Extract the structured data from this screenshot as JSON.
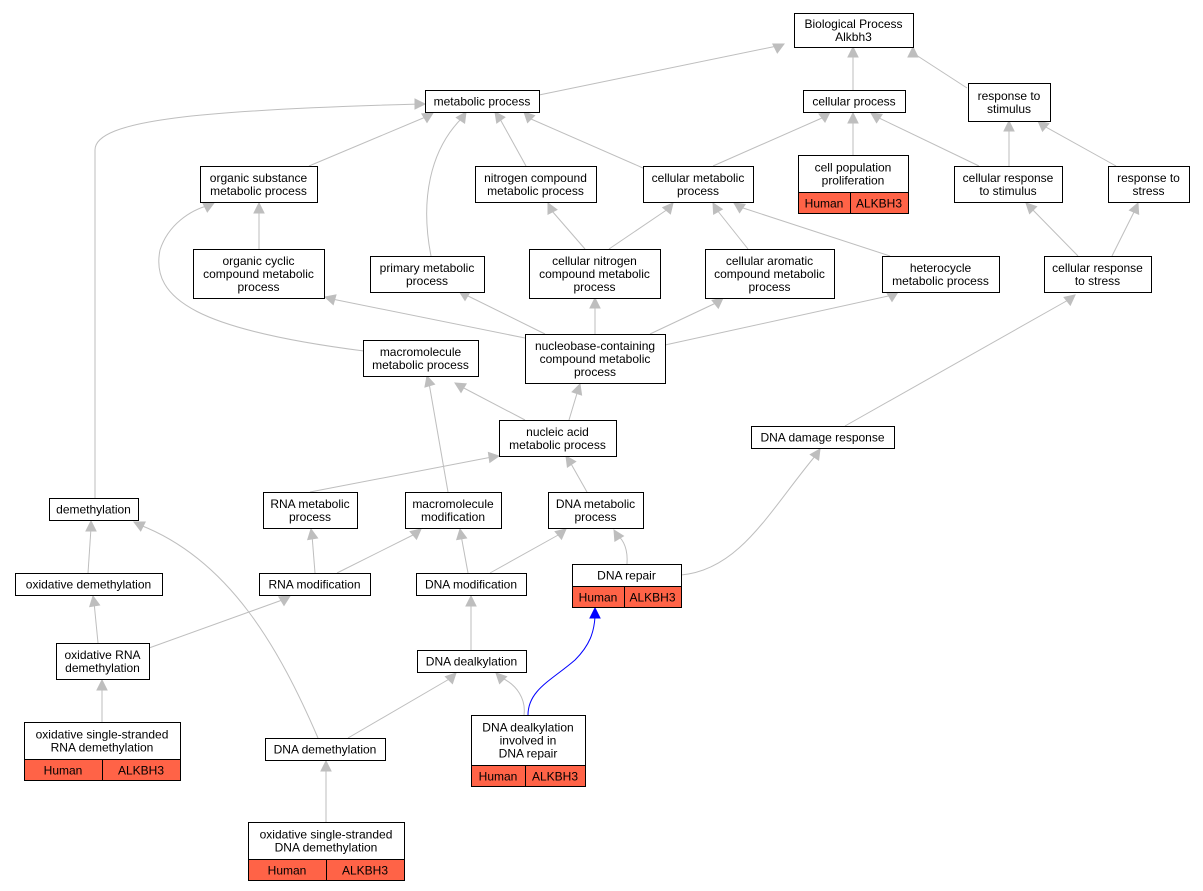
{
  "colors": {
    "edge": "#bebebe",
    "highlight_edge": "#0000ff",
    "annotation_fill": "#ff6347",
    "node_fill": "#ffffff",
    "node_stroke": "#000000"
  },
  "nodes": {
    "bp": [
      "Biological Process",
      "Alkbh3"
    ],
    "metabolic": [
      "metabolic process"
    ],
    "cellular": [
      "cellular process"
    ],
    "response_stimulus": [
      "response to",
      "stimulus"
    ],
    "organic_substance": [
      "organic substance",
      "metabolic process"
    ],
    "nitrogen_compound": [
      "nitrogen compound",
      "metabolic process"
    ],
    "cellular_metabolic": [
      "cellular metabolic",
      "process"
    ],
    "cell_pop": [
      "cell population",
      "proliferation"
    ],
    "cellular_resp_stimulus": [
      "cellular response",
      "to stimulus"
    ],
    "response_stress": [
      "response to",
      "stress"
    ],
    "organic_cyclic": [
      "organic cyclic",
      "compound metabolic",
      "process"
    ],
    "primary_metabolic": [
      "primary metabolic",
      "process"
    ],
    "cellular_nitrogen": [
      "cellular nitrogen",
      "compound metabolic",
      "process"
    ],
    "cellular_aromatic": [
      "cellular aromatic",
      "compound metabolic",
      "process"
    ],
    "heterocycle": [
      "heterocycle",
      "metabolic process"
    ],
    "cellular_resp_stress": [
      "cellular response",
      "to stress"
    ],
    "macromolecule_metabolic": [
      "macromolecule",
      "metabolic process"
    ],
    "nucleobase": [
      "nucleobase-containing",
      "compound metabolic",
      "process"
    ],
    "nucleic_acid": [
      "nucleic acid",
      "metabolic process"
    ],
    "dna_damage": [
      "DNA damage response"
    ],
    "demethylation": [
      "demethylation"
    ],
    "rna_metabolic": [
      "RNA metabolic",
      "process"
    ],
    "macromolecule_mod": [
      "macromolecule",
      "modification"
    ],
    "dna_metabolic": [
      "DNA metabolic",
      "process"
    ],
    "oxidative_demeth": [
      "oxidative demethylation"
    ],
    "rna_mod": [
      "RNA modification"
    ],
    "dna_mod": [
      "DNA modification"
    ],
    "dna_repair": [
      "DNA repair"
    ],
    "ox_rna_demeth": [
      "oxidative RNA",
      "demethylation"
    ],
    "dna_dealkylation": [
      "DNA dealkylation"
    ],
    "ox_ss_rna": [
      "oxidative single-stranded",
      "RNA demethylation"
    ],
    "dna_demeth": [
      "DNA demethylation"
    ],
    "dna_dealk_repair": [
      "DNA dealkylation",
      "involved in",
      "DNA repair"
    ],
    "ox_ss_dna": [
      "oxidative single-stranded",
      "DNA demethylation"
    ]
  },
  "annotations": {
    "cell_pop": [
      "Human",
      "ALKBH3"
    ],
    "dna_repair": [
      "Human",
      "ALKBH3"
    ],
    "ox_ss_rna": [
      "Human",
      "ALKBH3"
    ],
    "dna_dealk_repair": [
      "Human",
      "ALKBH3"
    ],
    "ox_ss_dna": [
      "Human",
      "ALKBH3"
    ]
  }
}
